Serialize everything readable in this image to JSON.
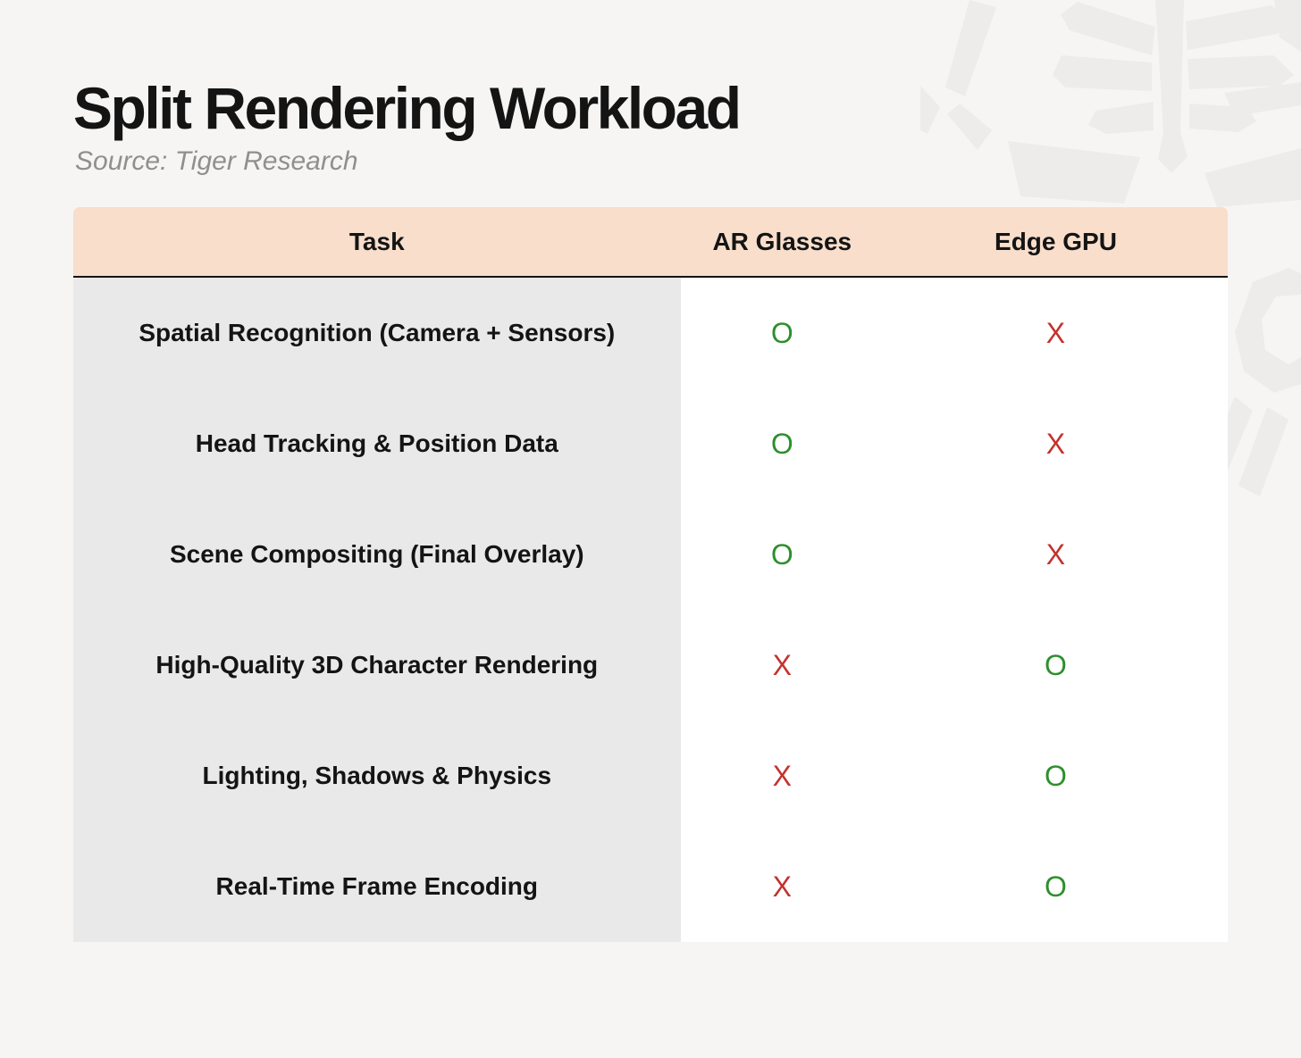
{
  "title": "Split Rendering Workload",
  "source": "Source: Tiger Research",
  "watermark": {
    "icon": "tiger-logo"
  },
  "colors": {
    "page_bg": "#f6f5f4",
    "header_bg": "#f8decb",
    "task_column_bg": "#e9e9e9",
    "cell_bg": "#ffffff",
    "header_border": "#141414",
    "text": "#141414",
    "source_text": "#8f8f8f",
    "positive_o": "#2e8f2e",
    "negative_x": "#c4322c",
    "watermark": "#edeceb"
  },
  "chart_data": {
    "type": "table",
    "title": "Split Rendering Workload",
    "source": "Tiger Research",
    "columns": [
      "Task",
      "AR Glasses",
      "Edge GPU"
    ],
    "rows": [
      [
        "Spatial Recognition (Camera + Sensors)",
        "O",
        "X"
      ],
      [
        "Head Tracking & Position Data",
        "O",
        "X"
      ],
      [
        "Scene Compositing (Final Overlay)",
        "O",
        "X"
      ],
      [
        "High-Quality 3D Character Rendering",
        "X",
        "O"
      ],
      [
        "Lighting, Shadows & Physics",
        "X",
        "O"
      ],
      [
        "Real-Time Frame Encoding",
        "X",
        "O"
      ]
    ]
  }
}
